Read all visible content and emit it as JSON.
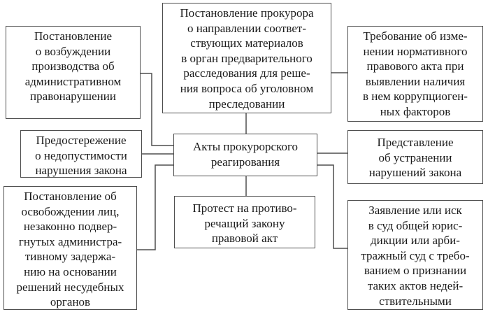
{
  "colors": {
    "border": "#4e4e4e",
    "text": "#1a1a1a",
    "background": "#ffffff"
  },
  "nodes": {
    "center": {
      "lines": [
        "Акты прокурорского",
        "реагирования"
      ]
    },
    "top_left": {
      "lines": [
        "Постановление",
        "о возбуждении",
        "производства об",
        "административном",
        "правонарушении"
      ]
    },
    "top_center": {
      "lines": [
        "Постановление прокурора",
        "о направлении соответ-",
        "ствующих материалов",
        "в орган предварительного",
        "расследования для реше-",
        "ния вопроса об уголовном",
        "преследовании"
      ]
    },
    "top_right": {
      "lines": [
        "Требование об изме-",
        "нении нормативного",
        "правового акта при",
        "выявлении наличия",
        "в нем коррупциоген-",
        "ных факторов"
      ]
    },
    "mid_left": {
      "lines": [
        "Предостережение",
        "о недопустимости",
        "нарушения закона"
      ]
    },
    "mid_right": {
      "lines": [
        "Представление",
        "об устранении",
        "нарушений закона"
      ]
    },
    "bottom_left": {
      "lines": [
        "Постановление об",
        "освобождении лиц,",
        "незаконно подвер-",
        "гнутых администра-",
        "тивному задержа-",
        "нию на основании",
        "решений несудебных",
        "органов"
      ]
    },
    "bottom_center": {
      "lines": [
        "Протест на противо-",
        "речащий закону",
        "правовой акт"
      ]
    },
    "bottom_right": {
      "lines": [
        "Заявление или иск",
        "в суд общей юрис-",
        "дикции или арби-",
        "тражный суд с требо-",
        "ванием о признании",
        "таких актов недей-",
        "ствительными"
      ]
    }
  }
}
